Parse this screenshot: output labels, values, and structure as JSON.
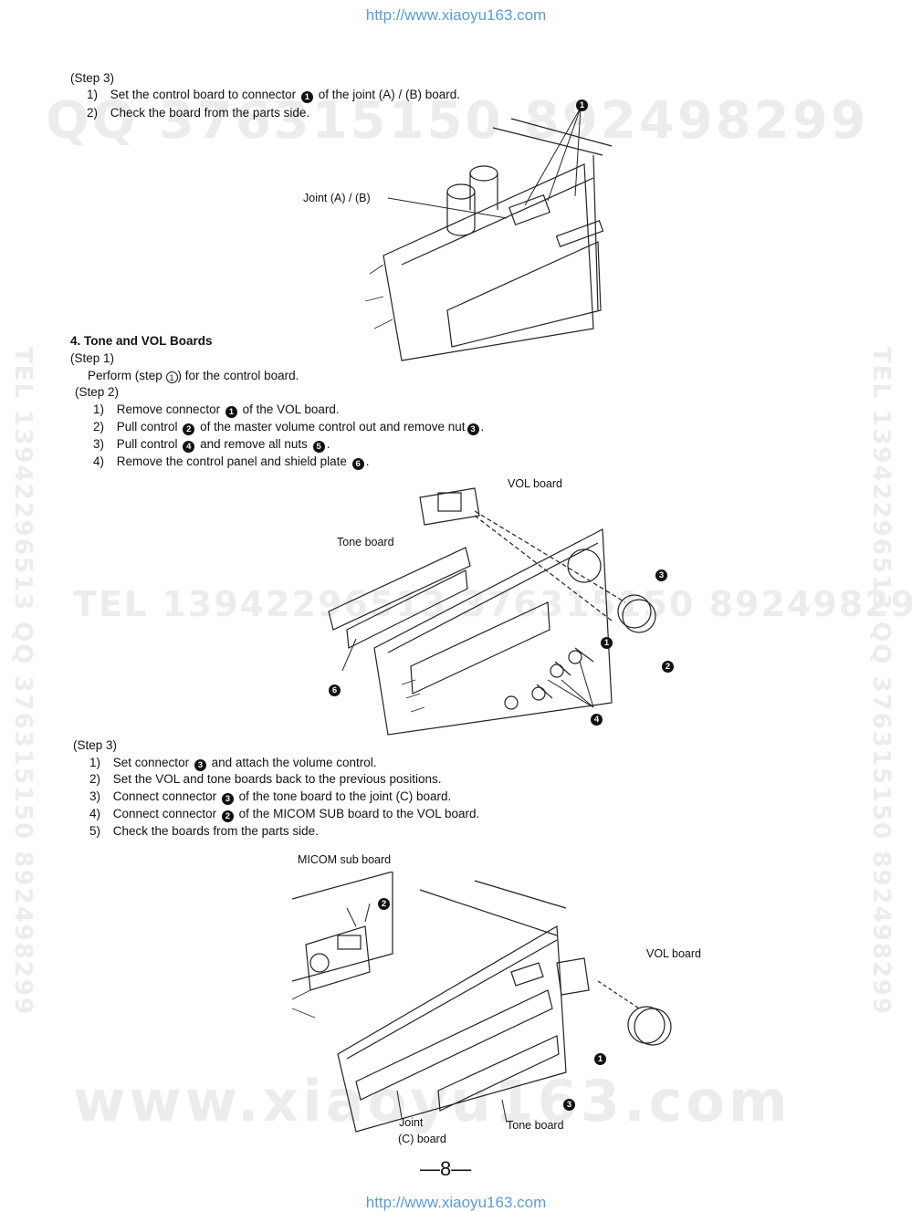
{
  "header_url": "http://www.xiaoyu163.com",
  "footer_url": "http://www.xiaoyu163.com",
  "watermarks": {
    "line1": "QQ 376315150   892498299",
    "line2": "TEL 13942296513   376315150   892498299",
    "line3": "www.xiaoyu163.com",
    "side": "TEL 13942296513 QQ 376315150 892498299"
  },
  "section_step3_top": {
    "heading": "(Step 3)",
    "items": [
      {
        "num": "1)",
        "pre": "Set the control board to connector",
        "mark": "1",
        "post": "of the joint (A) / (B) board."
      },
      {
        "num": "2)",
        "pre": "Check the board from the parts side.",
        "mark": "",
        "post": ""
      }
    ],
    "figure_labels": {
      "joint": "Joint (A) / (B)",
      "callout1": "1"
    }
  },
  "section4": {
    "title": "4. Tone and VOL Boards",
    "step1": {
      "heading": "(Step 1)",
      "pre": "Perform (step",
      "circ": "1",
      "post": ") for the control board."
    },
    "step2": {
      "heading": "(Step 2)",
      "items": [
        {
          "num": "1)",
          "pre": "Remove connector",
          "m1": "1",
          "mid": "of the VOL board.",
          "m2": "",
          "post": ""
        },
        {
          "num": "2)",
          "pre": "Pull control",
          "m1": "2",
          "mid": "of the master volume control out and remove nut",
          "m2": "3",
          "post": "."
        },
        {
          "num": "3)",
          "pre": "Pull control",
          "m1": "4",
          "mid": "and remove all nuts",
          "m2": "5",
          "post": "."
        },
        {
          "num": "4)",
          "pre": "Remove the control panel and shield plate",
          "m1": "6",
          "mid": ".",
          "m2": "",
          "post": ""
        }
      ]
    },
    "figure2_labels": {
      "vol": "VOL board",
      "tone": "Tone board",
      "c1": "1",
      "c2": "2",
      "c3": "3",
      "c4": "4",
      "c6": "6"
    },
    "step3": {
      "heading": "(Step 3)",
      "items": [
        {
          "num": "1)",
          "pre": "Set connector",
          "mark": "3",
          "post": "and attach the volume control."
        },
        {
          "num": "2)",
          "pre": "Set the VOL and tone boards back to the previous positions.",
          "mark": "",
          "post": ""
        },
        {
          "num": "3)",
          "pre": "Connect connector",
          "mark": "3",
          "post": "of the tone board to the joint (C) board."
        },
        {
          "num": "4)",
          "pre": "Connect connector",
          "mark": "2",
          "post": "of the MICOM SUB board to the VOL board."
        },
        {
          "num": "5)",
          "pre": "Check the boards from the parts side.",
          "mark": "",
          "post": ""
        }
      ]
    },
    "figure3_labels": {
      "micom": "MICOM sub board",
      "vol": "VOL board",
      "joint1": "Joint",
      "joint2": "(C)  board",
      "tone": "Tone board",
      "c1": "1",
      "c2": "2",
      "c3": "3"
    }
  },
  "page_number": "—8—"
}
